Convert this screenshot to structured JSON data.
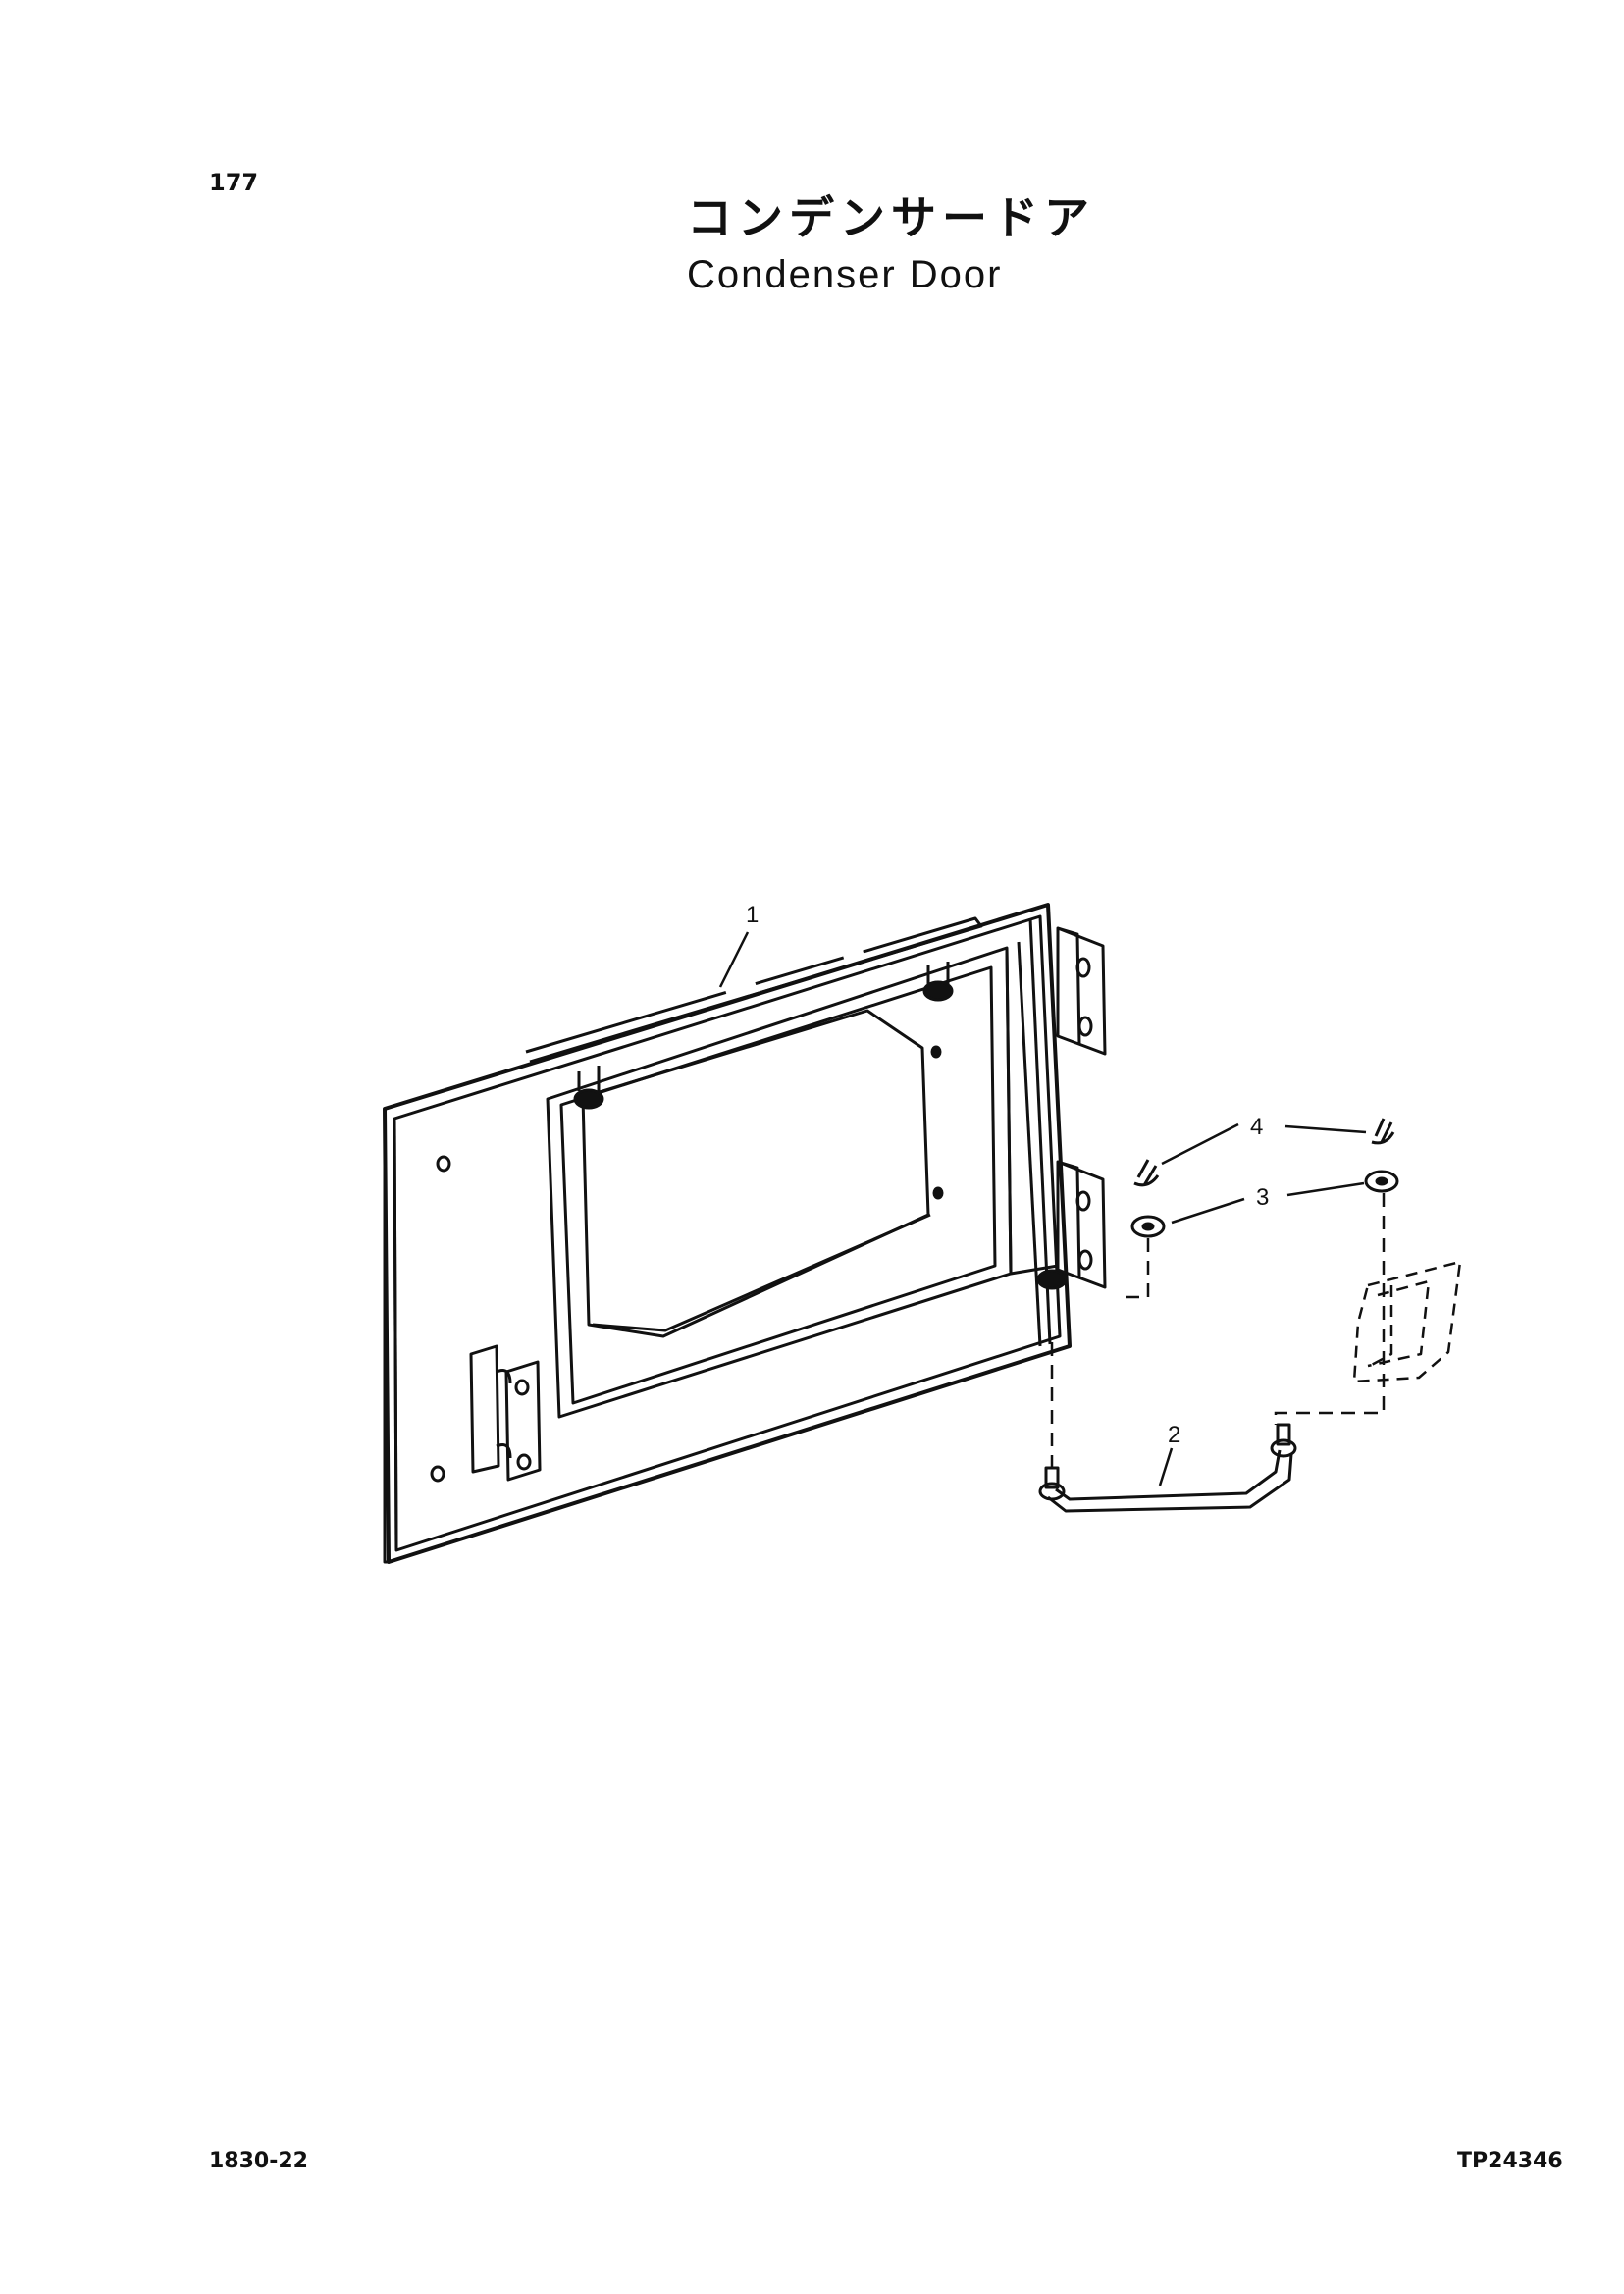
{
  "page": {
    "page_number": "177",
    "title_jp": "コンデンサードア",
    "title_en": "Condenser Door",
    "footer_left": "1830-22",
    "footer_right": "TP24346"
  },
  "callouts": [
    "1",
    "2",
    "3",
    "4"
  ],
  "colors": {
    "ink": "#111111",
    "paper": "#ffffff"
  }
}
